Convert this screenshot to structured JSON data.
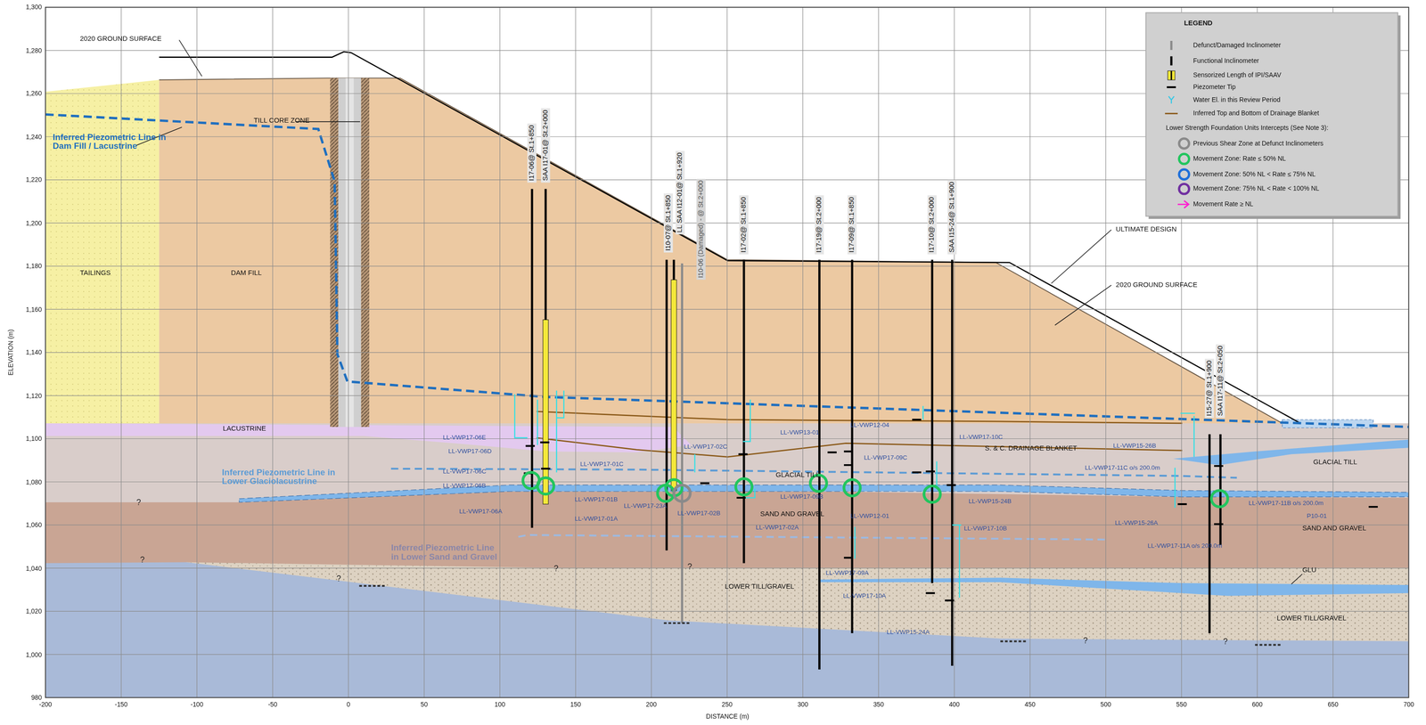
{
  "diagram": {
    "labels": [
      "1,300",
      "1,280",
      "1,260",
      "1,240",
      "1,220",
      "1,200",
      "1,180",
      "1,160",
      "1,140",
      "1,120",
      "1,100",
      "1,080",
      "1,060",
      "1,040",
      "1,020",
      "1,000",
      "980",
      "-200",
      "-150",
      "-100",
      "-50",
      "0",
      "50",
      "100",
      "150",
      "200",
      "250",
      "300",
      "350",
      "400",
      "450",
      "500",
      "550",
      "600",
      "650",
      "700",
      "ELEVATION (m)",
      "DISTANCE (m)",
      "2020 GROUND SURFACE",
      "Inferred Piezometric Line in Dam Fill / Lacustrine",
      "TILL CORE ZONE",
      "TAILINGS",
      "DAM FILL",
      "LACUSTRINE",
      "Inferred Piezometric Line in Lower Glaciolacustrine",
      "Inferred Piezometric Line in Lower Sand and Gravel",
      "?",
      "?",
      "?",
      "?",
      "?",
      "?",
      "?",
      "GLACIAL TILL",
      "SAND AND GRAVEL",
      "LOWER TILL/GRAVEL",
      "GLACIAL TILL",
      "SAND AND GRAVEL",
      "LOWER TILL/GRAVEL",
      "GLU",
      "S. & C. DRAINAGE BLANKET",
      "ULTIMATE DESIGN",
      "2020 GROUND SURFACE",
      "I17-06@ St.1+850",
      "SAA I17-01@ St.2+000",
      "I10-07@ St.1+850",
      "LL SAA I12-01@ St.1+920",
      "I10-06 (Damaged) - @ St.2+000",
      "I17-02@ St.1+850",
      "I17-19@ St.2+000",
      "I17-09@ St.1+850",
      "I17-10@ St.2+000",
      "SAA I15-24@ St.1+900",
      "I15-27@ St.1+900",
      "SAA I17-11@ St.2+050",
      "LL-VWP17-06E",
      "LL-VWP17-06D",
      "LL-VWP17-06C",
      "LL-VWP17-06B",
      "LL-VWP17-06A",
      "LL-VWP17-01C",
      "LL-VWP17-01B",
      "LL-VWP17-01A",
      "LL-VWP17-02C",
      "LL-VWP17-23A",
      "LL-VWP17-02B",
      "LL-VWP13-01",
      "LL-VWP12-04",
      "LL-VWP17-10C",
      "LL-VWP17-09C",
      "LL-VWP17-09B",
      "LL-VWP12-01",
      "LL-VWP17-02A",
      "LL-VWP15-24B",
      "LL-VWP17-10B",
      "LL-VWP17-09A",
      "LL-VWP17-10A",
      "LL-VWP15-24A",
      "LL-VWP15-26B",
      "LL-VWP17-11C o/s 200.0m",
      "LL-VWP15-26A",
      "LL-VWP17-11A o/s 200.0m",
      "LL-VWP17-11B o/s 200.0m",
      "P10-01",
      "LEGEND",
      "Lower Strength Foundation Units Intercepts (See Note 3):"
    ],
    "legend": [
      {
        "text": "Defunct/Damaged Inclinometer"
      },
      {
        "text": "Functional Inclinometer"
      },
      {
        "text": "Sensorized Length of IPI/SAAV"
      },
      {
        "text": "Piezometer Tip"
      },
      {
        "text": "Water El. in this Review Period"
      },
      {
        "text": "Inferred Top and Bottom of Drainage Blanket"
      },
      {
        "text": "Previous Shear Zone at Defunct Inclinometers"
      },
      {
        "text": "Movement Zone: Rate ≤ 50% NL"
      },
      {
        "text": "Movement Zone: 50% NL < Rate ≤ 75% NL"
      },
      {
        "text": "Movement Zone: 75% NL < Rate < 100% NL"
      },
      {
        "text": "Movement Rate ≥ NL"
      }
    ]
  }
}
